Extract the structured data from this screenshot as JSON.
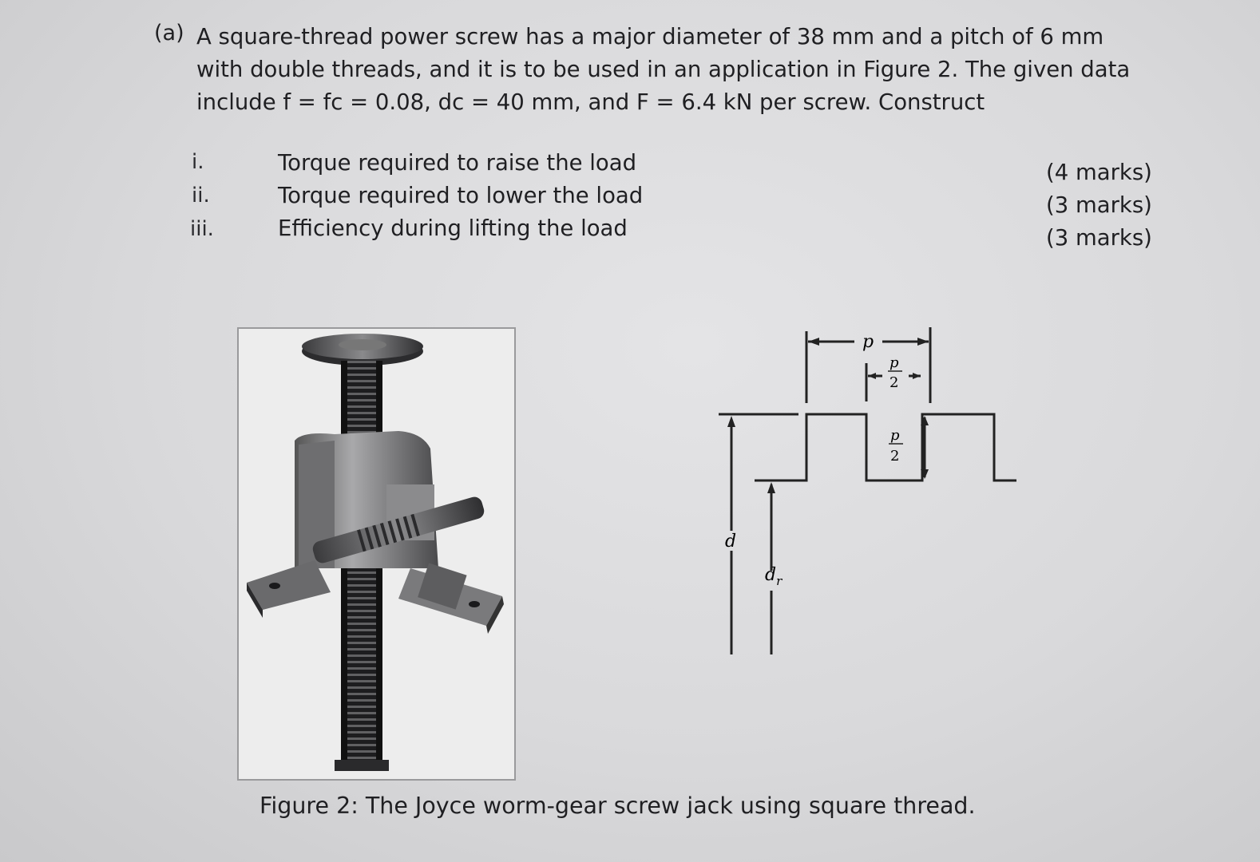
{
  "question": {
    "label": "(a)",
    "lines": [
      "A square-thread power screw has a major diameter of 38 mm and a pitch of 6 mm",
      "with double threads, and it is to be used in an application in Figure 2. The given data",
      "include f = fc = 0.08, dc = 40 mm, and F = 6.4 kN per screw. Construct"
    ]
  },
  "tasks": [
    {
      "num": "i.",
      "text": "Torque required to raise the load",
      "marks": "(4 marks)"
    },
    {
      "num": "ii.",
      "text": "Torque required to lower the load",
      "marks": "(3 marks)"
    },
    {
      "num": "iii.",
      "text": "Efficiency during lifting the load",
      "marks": "(3 marks)"
    }
  ],
  "thread_diagram": {
    "pitch_label": "p",
    "half_pitch_num": "p",
    "half_pitch_den": "2",
    "major_diameter_label": "d",
    "minor_diameter_label": "d",
    "minor_diameter_sub": "r"
  },
  "figure_caption": "Figure 2: The Joyce worm-gear screw jack using square thread."
}
